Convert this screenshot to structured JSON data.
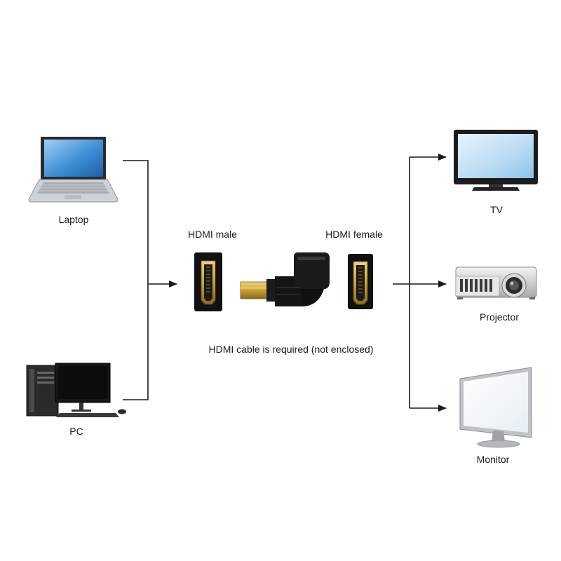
{
  "sources": [
    {
      "id": "laptop",
      "label": "Laptop",
      "icon": "laptop-icon"
    },
    {
      "id": "pc",
      "label": "PC",
      "icon": "desktop-pc-icon"
    }
  ],
  "adapter": {
    "male_label": "HDMI male",
    "female_label": "HDMI female",
    "note": "HDMI cable is required (not enclosed)",
    "icons": [
      "hdmi-male-port-icon",
      "hdmi-right-angle-adapter-icon",
      "hdmi-female-port-icon"
    ]
  },
  "targets": [
    {
      "id": "tv",
      "label": "TV",
      "icon": "tv-icon"
    },
    {
      "id": "projector",
      "label": "Projector",
      "icon": "projector-icon"
    },
    {
      "id": "monitor",
      "label": "Monitor",
      "icon": "monitor-icon"
    }
  ],
  "colors": {
    "line": "#1a1a1a",
    "gold": "#c9a23a",
    "screen": "#3d8fd6"
  }
}
